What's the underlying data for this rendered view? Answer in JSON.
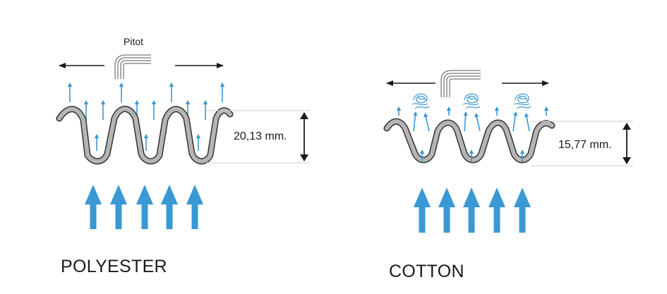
{
  "diagrams": [
    {
      "caption": "POLYESTER",
      "pitot_label": "Pitot",
      "measurement": "20,13 mm."
    },
    {
      "caption": "COTTON",
      "measurement": "15,77 mm."
    }
  ],
  "colors": {
    "airflow_arrow": "#3a98d4",
    "fabric_fill": "#b5b5b5",
    "fabric_outline": "#333333",
    "lint": "#3a98d4",
    "dimension_line": "#1a1a1a"
  },
  "icons": [
    "pitot-tube-icon",
    "up-arrow-icon",
    "double-headed-arrow-icon",
    "lint-fiber-icon"
  ]
}
